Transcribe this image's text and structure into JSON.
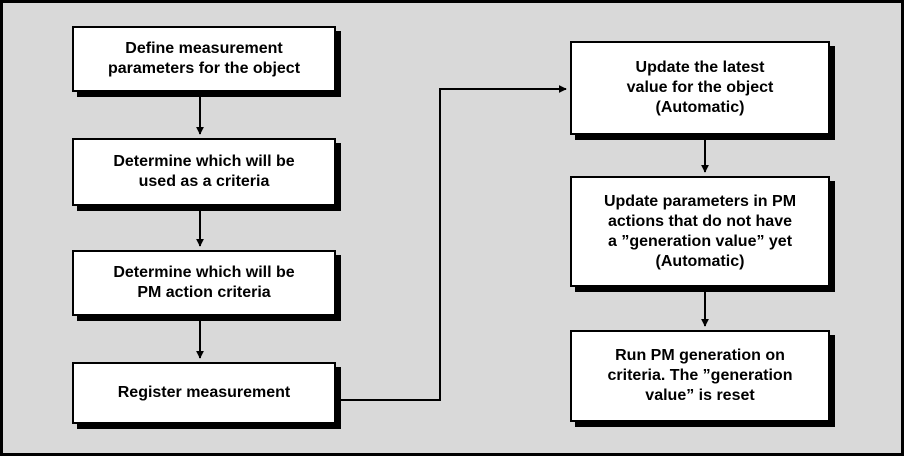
{
  "diagram": {
    "steps": [
      {
        "id": "define",
        "label": "Define measurement\nparameters for the object"
      },
      {
        "id": "determine-criteria",
        "label": "Determine which will be\nused as a criteria"
      },
      {
        "id": "determine-pm",
        "label": "Determine which will be\nPM action criteria"
      },
      {
        "id": "register",
        "label": "Register measurement"
      },
      {
        "id": "update-latest",
        "label": "Update the latest\nvalue for the object\n(Automatic)"
      },
      {
        "id": "update-params",
        "label": "Update parameters in PM\nactions that do not have\na ”generation value” yet\n(Automatic)"
      },
      {
        "id": "run-pm",
        "label": "Run PM generation on\ncriteria. The ”generation\nvalue” is reset"
      }
    ],
    "connections": [
      [
        "define",
        "determine-criteria"
      ],
      [
        "determine-criteria",
        "determine-pm"
      ],
      [
        "determine-pm",
        "register"
      ],
      [
        "register",
        "update-latest"
      ],
      [
        "update-latest",
        "update-params"
      ],
      [
        "update-params",
        "run-pm"
      ]
    ],
    "colors": {
      "background": "#d9d9d9",
      "box_fill": "#ffffff",
      "stroke": "#000000"
    }
  }
}
